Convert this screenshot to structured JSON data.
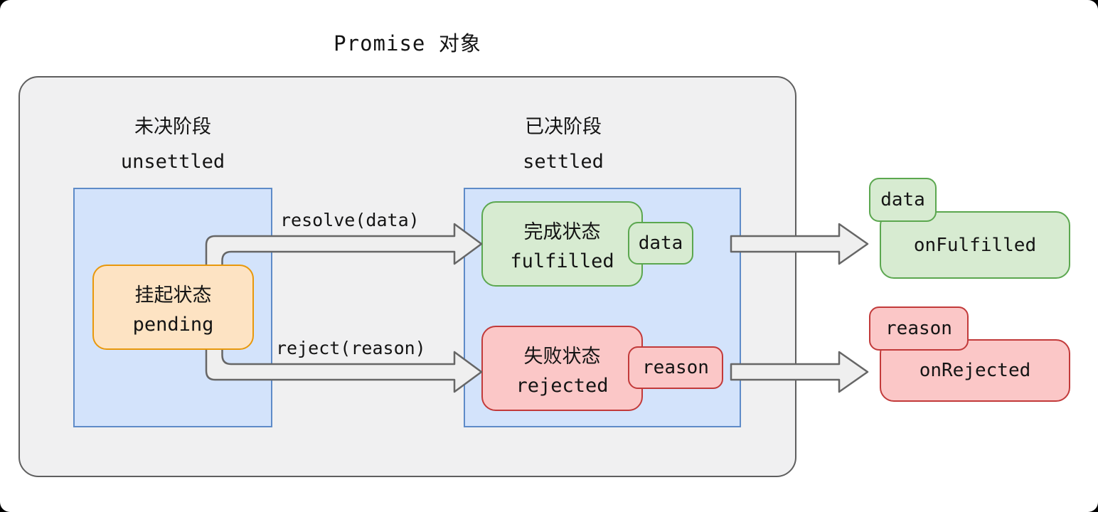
{
  "title": "Promise 对象",
  "stages": {
    "unsettled": {
      "zh": "未决阶段",
      "en": "unsettled"
    },
    "settled": {
      "zh": "已决阶段",
      "en": "settled"
    }
  },
  "states": {
    "pending": {
      "zh": "挂起状态",
      "en": "pending"
    },
    "fulfilled": {
      "zh": "完成状态",
      "en": "fulfilled",
      "payload": "data"
    },
    "rejected": {
      "zh": "失败状态",
      "en": "rejected",
      "payload": "reason"
    }
  },
  "transitions": {
    "resolve": "resolve(data)",
    "reject": "reject(reason)"
  },
  "handlers": {
    "fulfilled": {
      "label": "onFulfilled",
      "payload": "data"
    },
    "rejected": {
      "label": "onRejected",
      "payload": "reason"
    }
  },
  "colors": {
    "container_fill": "#F0F0F1",
    "container_border": "#5F5F5F",
    "zone_fill": "#D3E3FB",
    "zone_border": "#5E8BC8",
    "pending_fill": "#FDE3C3",
    "pending_border": "#E8980C",
    "fulfilled_fill": "#D7EBD1",
    "fulfilled_border": "#5BA74F",
    "rejected_fill": "#FBC7C7",
    "rejected_border": "#C23A3A",
    "arrow_fill": "#EFEFEF",
    "arrow_stroke": "#666666"
  }
}
